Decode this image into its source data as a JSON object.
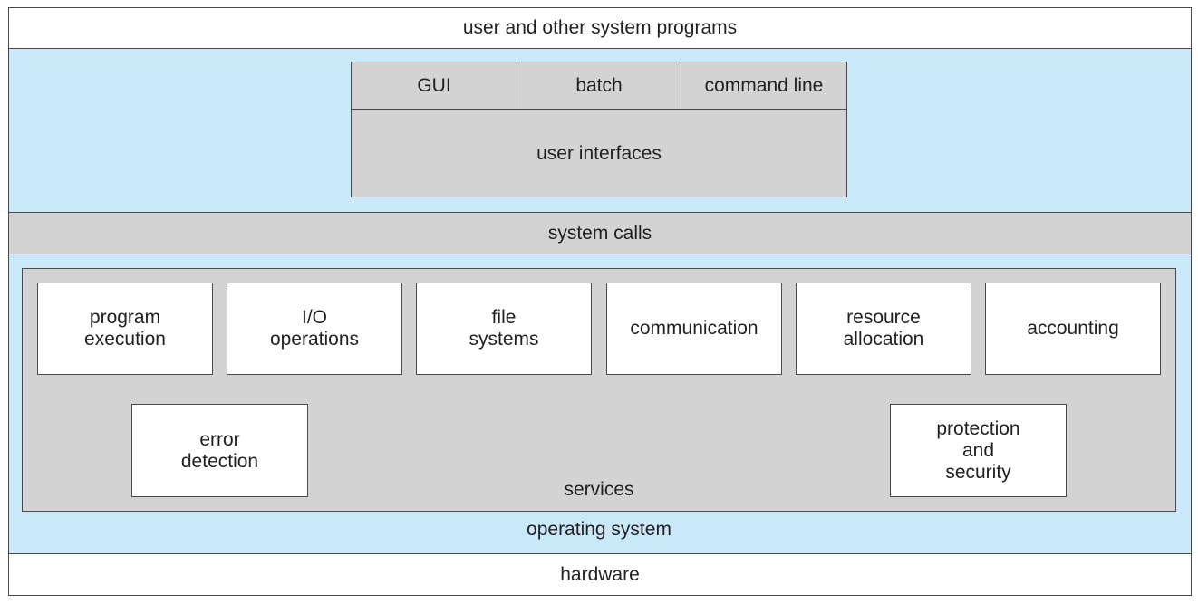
{
  "layers": {
    "top": "user and other system programs",
    "operating_system": "operating system",
    "system_calls": "system calls",
    "hardware": "hardware"
  },
  "user_interfaces": {
    "label": "user interfaces",
    "items": [
      "GUI",
      "batch",
      "command line"
    ]
  },
  "services": {
    "label": "services",
    "row1": [
      "program\nexecution",
      "I/O\noperations",
      "file\nsystems",
      "communication",
      "resource\nallocation",
      "accounting"
    ],
    "row2": [
      "error\ndetection",
      "protection\nand\nsecurity"
    ]
  },
  "colors": {
    "os_background": "#c9e8f9",
    "gray_panels": "#d3d3d3",
    "white_boxes": "#ffffff"
  }
}
